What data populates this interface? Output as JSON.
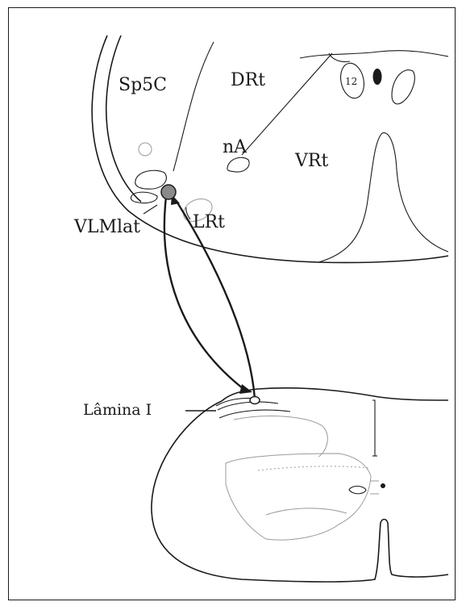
{
  "labels": {
    "sp5c": "Sp5C",
    "drt": "DRt",
    "vrt": "VRt",
    "na": "nA",
    "lrt": "LRt",
    "vlmlat": "VLMlat",
    "nucleus_12": "12",
    "lamina": "Lâmina I"
  },
  "colors": {
    "outline": "#1a1a1a",
    "faint": "#9a9a9a",
    "neuron_fill": "#8a8a8a"
  }
}
